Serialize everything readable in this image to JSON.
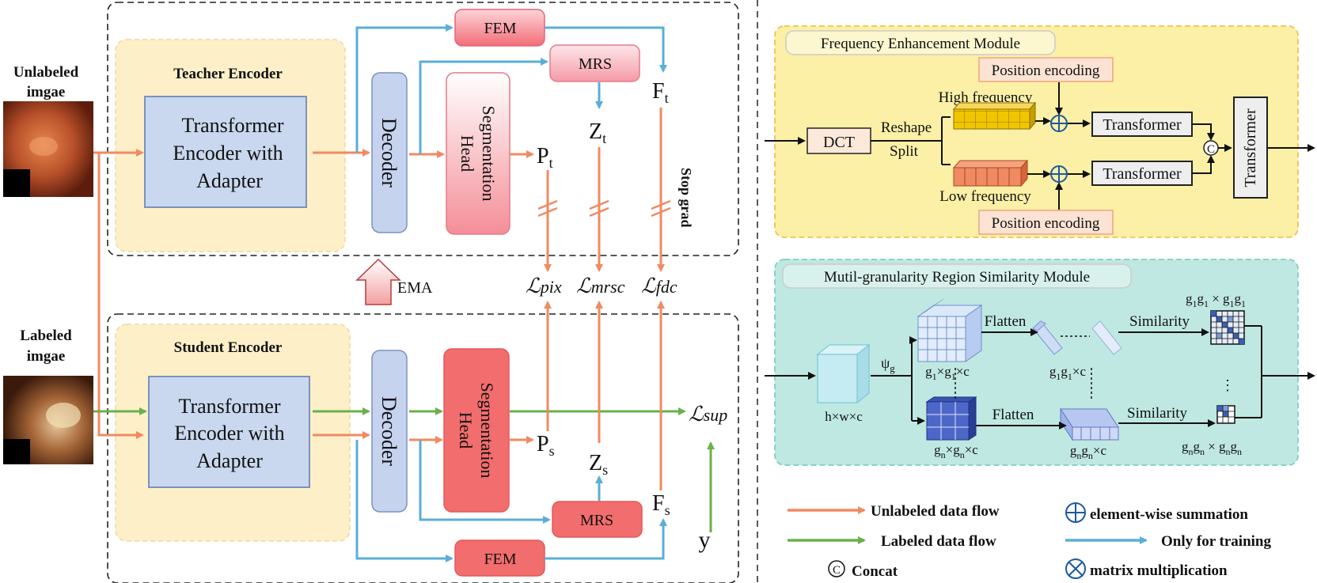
{
  "inputs": {
    "unlabeled": {
      "line1": "Unlabeled",
      "line2": "imgae"
    },
    "labeled": {
      "line1": "Labeled",
      "line2": "imgae"
    }
  },
  "teacher": {
    "title": "Teacher Encoder",
    "transformer": [
      "Transformer",
      "Encoder with",
      "Adapter"
    ],
    "decoder": "Decoder",
    "seg_head": [
      "Segmentation",
      "Head"
    ],
    "fem": "FEM",
    "mrs": "MRS",
    "p": "P",
    "p_sub": "t",
    "z": "Z",
    "z_sub": "t",
    "f": "F",
    "f_sub": "t",
    "stop_grad": "Stop grad"
  },
  "student": {
    "title": "Student Encoder",
    "transformer": [
      "Transformer",
      "Encoder with",
      "Adapter"
    ],
    "decoder": "Decoder",
    "seg_head": [
      "Segmentation",
      "Head"
    ],
    "fem": "FEM",
    "mrs": "MRS",
    "p": "P",
    "p_sub": "s",
    "z": "Z",
    "z_sub": "s",
    "f": "F",
    "f_sub": "s",
    "y": "y"
  },
  "ema": "EMA",
  "losses": {
    "symbol": "ℒ",
    "pix": "pix",
    "mrsc": "mrsc",
    "fdc": "fdc",
    "sup": "sup"
  },
  "fem_module": {
    "title": "Frequency Enhancement Module",
    "dct": "DCT",
    "reshape": "Reshape",
    "split": "Split",
    "high": "High frequency",
    "low": "Low frequency",
    "pos_enc_top": "Position encoding",
    "pos_enc_bottom": "Position encoding",
    "transformer_top": "Transformer",
    "transformer_bottom": "Transformer",
    "transformer_out": "Transformer",
    "concat_symbol": "C"
  },
  "mrs_module": {
    "title": "Mutil-granularity Region Similarity Module",
    "psi": "ψ",
    "psi_sub": "g",
    "hwc": "h×w×c",
    "g1g1c": "g",
    "g1g1c_parts": [
      "1",
      "×g",
      "1",
      "×c"
    ],
    "gngnc_parts": [
      "n",
      "×g",
      "n",
      "×c"
    ],
    "flatten_top": "Flatten",
    "flatten_bottom": "Flatten",
    "flat_top_label_parts": [
      "1",
      "g",
      "1",
      "×c"
    ],
    "flat_bottom_label_parts": [
      "n",
      "g",
      "n",
      "×c"
    ],
    "similarity_top": "Similarity",
    "similarity_bottom": "Similarity",
    "sim_top_label_parts": [
      "1",
      "g",
      "1",
      " × g",
      "1",
      "g",
      "1"
    ],
    "sim_bottom_label_parts": [
      "n",
      "g",
      "n",
      " × g",
      "n",
      "g",
      "n"
    ]
  },
  "legend": {
    "unlabeled_flow": "Unlabeled data flow",
    "labeled_flow": "Labeled data flow",
    "concat": "Concat",
    "sum": "element-wise summation",
    "training": "Only for training",
    "matmul": "matrix multiplication"
  },
  "colors": {
    "orange": "#f08a62",
    "green": "#6ab04c",
    "blue": "#5aaed8",
    "yellow_bg": "#fbf0a6",
    "teal_bg": "#bfe8e2",
    "encoder_bg": "#fdf0c9",
    "transformer_fill": "#c9d8ee",
    "decoder_fill": "#c5d3ee",
    "red_box": "#f26d6d"
  }
}
